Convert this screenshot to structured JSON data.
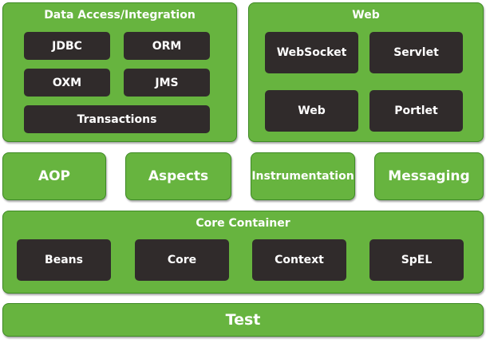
{
  "data_access": {
    "title": "Data Access/Integration",
    "modules": [
      "JDBC",
      "ORM",
      "OXM",
      "JMS",
      "Transactions"
    ]
  },
  "web": {
    "title": "Web",
    "modules": [
      "WebSocket",
      "Servlet",
      "Web",
      "Portlet"
    ]
  },
  "middle": [
    "AOP",
    "Aspects",
    "Instrumentation",
    "Messaging"
  ],
  "core_container": {
    "title": "Core Container",
    "modules": [
      "Beans",
      "Core",
      "Context",
      "SpEL"
    ]
  },
  "test": "Test",
  "colors": {
    "group_green": "#67b43f",
    "module_dark": "#302b2b",
    "text": "#ffffff"
  }
}
